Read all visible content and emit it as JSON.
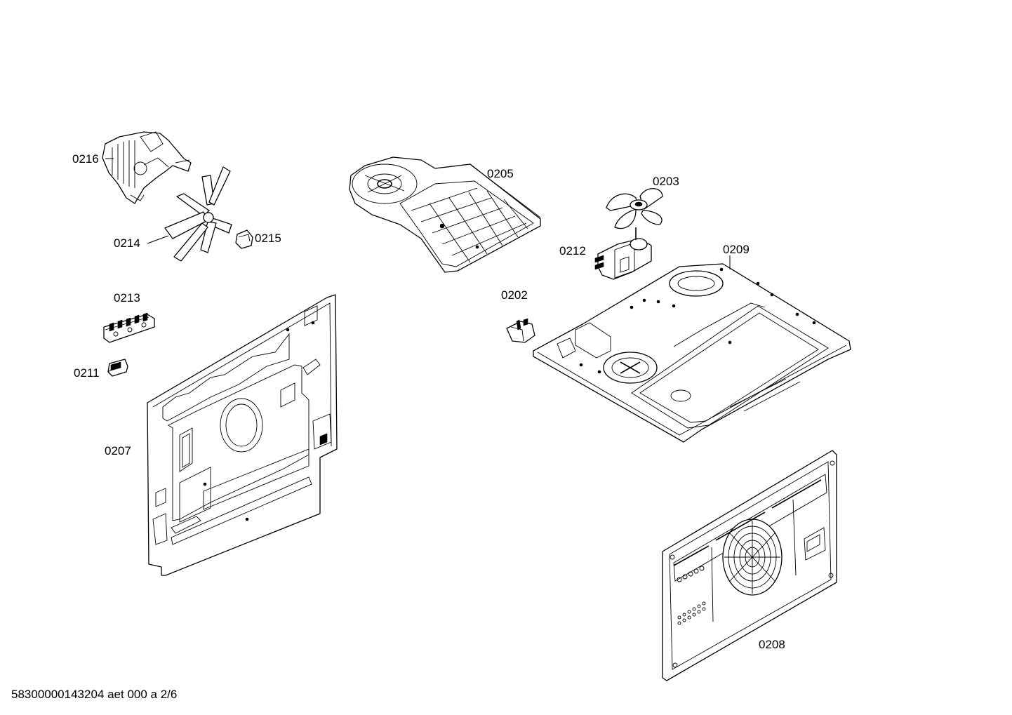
{
  "parts": {
    "p0216": "0216",
    "p0214": "0214",
    "p0215": "0215",
    "p0213": "0213",
    "p0211": "0211",
    "p0207": "0207",
    "p0205": "0205",
    "p0203": "0203",
    "p0212": "0212",
    "p0209": "0209",
    "p0202": "0202",
    "p0208": "0208"
  },
  "footer": {
    "document_id": "58300000143204 aet 000 a 2/6"
  }
}
